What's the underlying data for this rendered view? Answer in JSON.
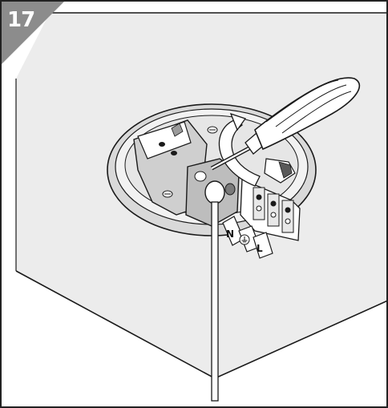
{
  "step": {
    "number": "17"
  },
  "terminals": {
    "n": "N",
    "l": "L"
  },
  "colors": {
    "badge": "#8c8c8c",
    "ceiling": "#ececec",
    "ceiling_shadow": "#dcdcdc",
    "outline": "#1a1a1a",
    "part_fill": "#ffffff",
    "part_gray": "#c9c9c9",
    "dark_gray": "#9a9a9a"
  },
  "icons": [
    "step-badge",
    "screwdriver-icon",
    "rotation-arrow-icon",
    "earth-symbol-icon",
    "ceiling-mount-plate",
    "terminal-block"
  ]
}
